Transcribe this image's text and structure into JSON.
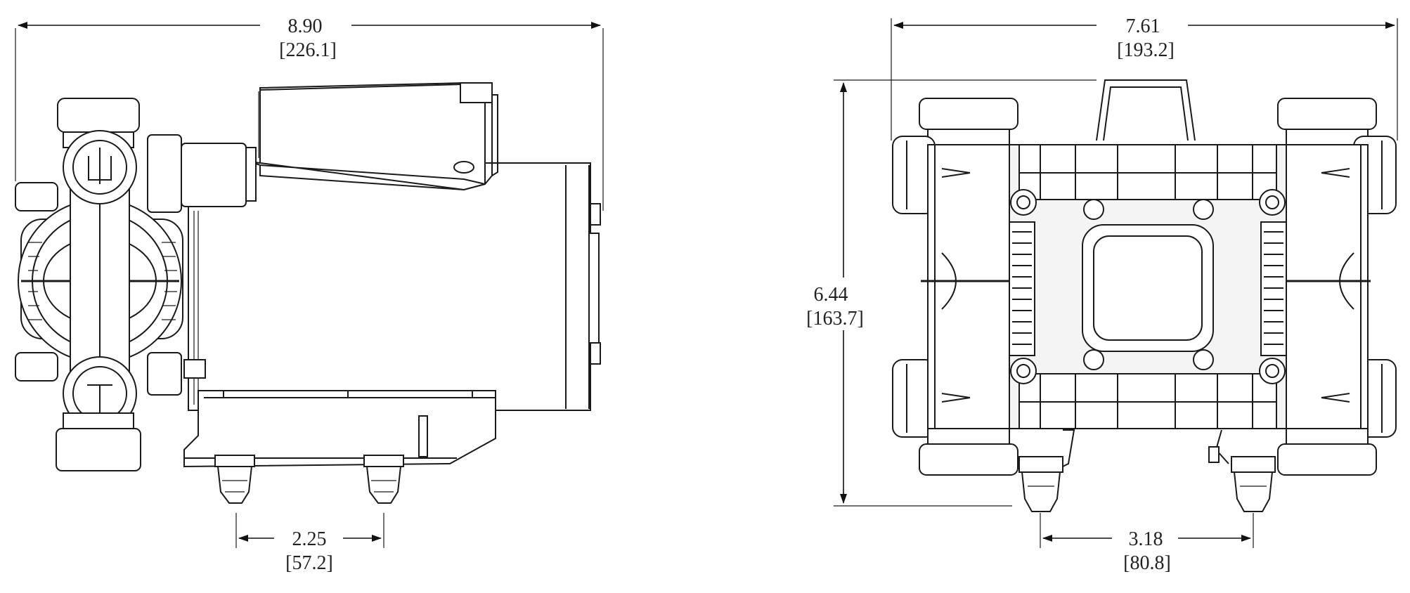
{
  "dimensions": {
    "side_width": {
      "inch": "8.90",
      "mm": "[226.1]"
    },
    "side_mount_spacing": {
      "inch": "2.25",
      "mm": "[57.2]"
    },
    "front_width": {
      "inch": "7.61",
      "mm": "[193.2]"
    },
    "front_height": {
      "inch": "6.44",
      "mm": "[163.7]"
    },
    "front_mount_spacing": {
      "inch": "3.18",
      "mm": "[80.8]"
    }
  }
}
